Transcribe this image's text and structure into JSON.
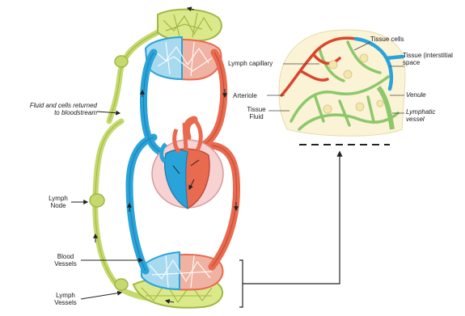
{
  "labels": {
    "fluid_returned_1": "Fluid and cells returned",
    "fluid_returned_2": "to bloodstream",
    "lymph_node_1": "Lymph",
    "lymph_node_2": "Node",
    "blood_vessels_1": "Blood",
    "blood_vessels_2": "Vessels",
    "lymph_vessels_1": "Lymph",
    "lymph_vessels_2": "Vessels",
    "lymph_capillary": "Lymph capillary",
    "tissue_cells": "Tissue cells",
    "tissue_space_1": "Tissue (interstitial",
    "tissue_space_2": "space",
    "arteriole": "Arteriole",
    "venule": "Venule",
    "tissue_fluid_1": "Tissue",
    "tissue_fluid_2": "Fluid",
    "lymphatic_vessel_1": "Lymphatic",
    "lymphatic_vessel_2": "vessel"
  },
  "colors": {
    "artery": "#e86a4f",
    "vein": "#2aa3d9",
    "lymph": "#c6d96e",
    "lymph_dark": "#9fb845",
    "tissue_bg": "#fbf3d6",
    "heart_bg": "#f6d2d2",
    "line": "#222222"
  }
}
